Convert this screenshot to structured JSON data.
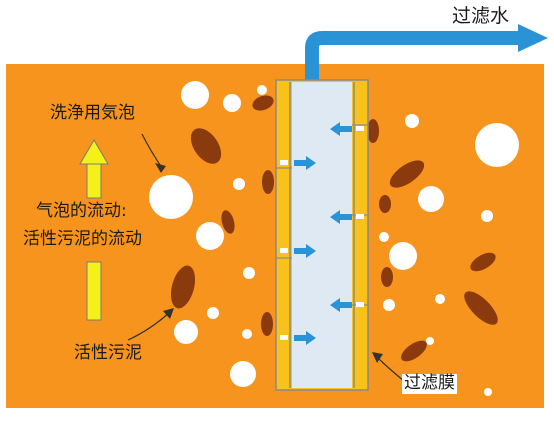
{
  "labels": {
    "filtered_water": "过滤水",
    "cleaning_bubbles": "洗浄用気泡",
    "flow_line1": "气泡的流动:",
    "flow_line2": "活性污泥的流动",
    "activated_sludge": "活性污泥",
    "filter_membrane": "过滤膜"
  },
  "colors": {
    "tank": "#f7941d",
    "bubble": "#ffffff",
    "sludge": "#8b3a0e",
    "membrane_frame": "#f9c21a",
    "membrane_interior": "#dfe9f3",
    "water_arrow": "#2a93d5",
    "flow_arrow": "#f4f11a"
  }
}
